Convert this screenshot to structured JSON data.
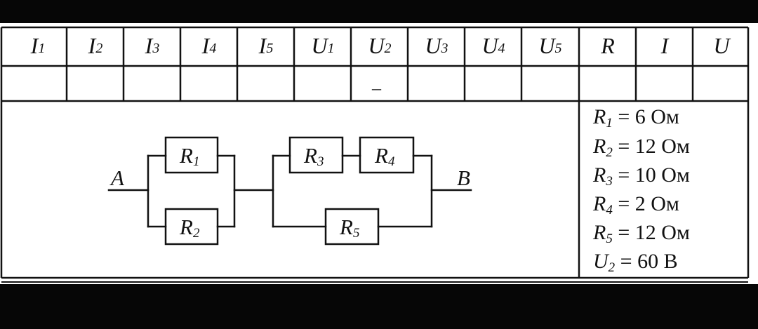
{
  "table": {
    "headers": [
      {
        "sym": "I",
        "sub": "1"
      },
      {
        "sym": "I",
        "sub": "2"
      },
      {
        "sym": "I",
        "sub": "3"
      },
      {
        "sym": "I",
        "sub": "4"
      },
      {
        "sym": "I",
        "sub": "5"
      },
      {
        "sym": "U",
        "sub": "1"
      },
      {
        "sym": "U",
        "sub": "2"
      },
      {
        "sym": "U",
        "sub": "3"
      },
      {
        "sym": "U",
        "sub": "4"
      },
      {
        "sym": "U",
        "sub": "5"
      },
      {
        "sym": "R",
        "sub": ""
      },
      {
        "sym": "I",
        "sub": ""
      },
      {
        "sym": "U",
        "sub": ""
      }
    ],
    "u2_cell_mark": "–"
  },
  "circuit": {
    "terminal_a": "A",
    "terminal_b": "B",
    "resistors": [
      {
        "sym": "R",
        "sub": "1"
      },
      {
        "sym": "R",
        "sub": "2"
      },
      {
        "sym": "R",
        "sub": "3"
      },
      {
        "sym": "R",
        "sub": "4"
      },
      {
        "sym": "R",
        "sub": "5"
      }
    ]
  },
  "given": [
    {
      "sym": "R",
      "sub": "1",
      "value": "= 6 Ом"
    },
    {
      "sym": "R",
      "sub": "2",
      "value": "= 12 Ом"
    },
    {
      "sym": "R",
      "sub": "3",
      "value": "= 10 Ом"
    },
    {
      "sym": "R",
      "sub": "4",
      "value": "= 2 Ом"
    },
    {
      "sym": "R",
      "sub": "5",
      "value": "= 12 Ом"
    },
    {
      "sym": "U",
      "sub": "2",
      "value": "= 60 В"
    }
  ]
}
